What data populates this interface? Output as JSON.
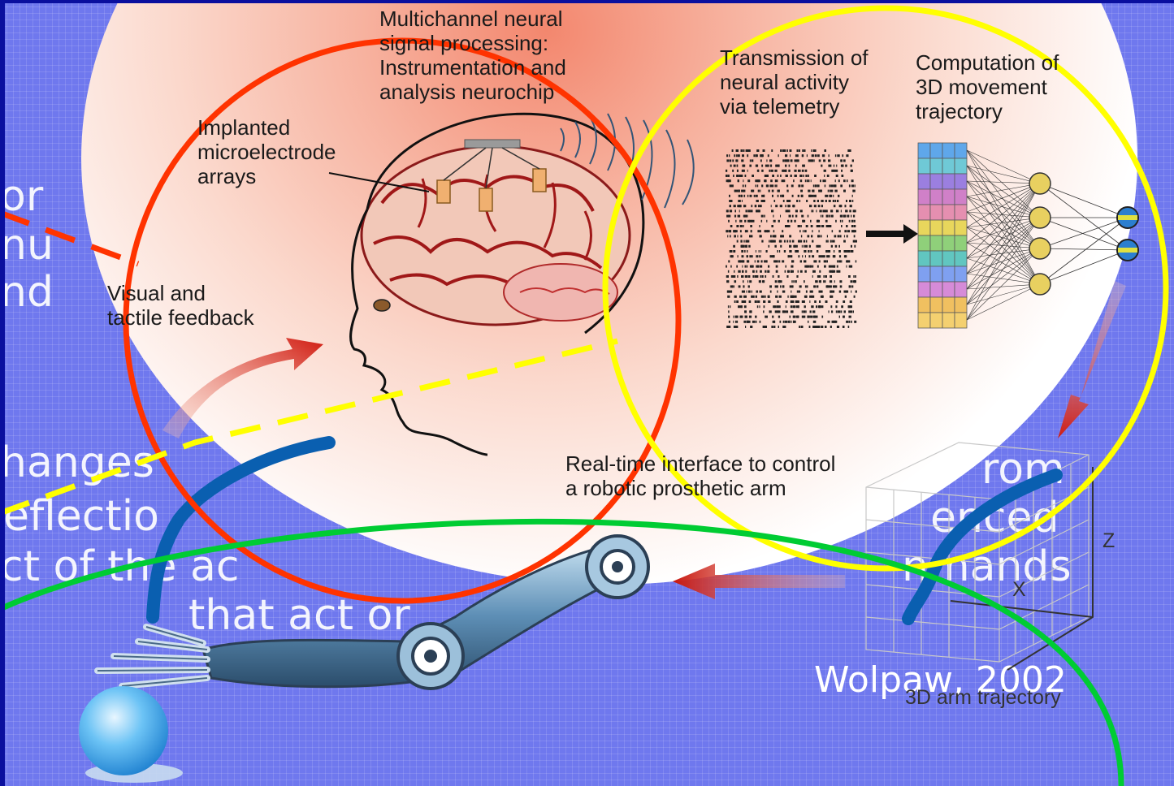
{
  "labels": {
    "multichannel": "Multichannel neural\nsignal processing:\nInstrumentation and\nanalysis neurochip",
    "implanted": "Implanted\nmicroelectrode\narrays",
    "transmission": "Transmission of\nneural activity\nvia telemetry",
    "computation": "Computation of\n3D movement\ntrajectory",
    "visual": "Visual and\ntactile feedback",
    "realtime": "Real-time interface to control\na robotic prosthetic arm",
    "arm_trajectory": "3D arm trajectory",
    "axis_z": "Z",
    "axis_x": "X"
  },
  "background_text": {
    "line_a": "or",
    "line_b": "nu",
    "line_c": "nd",
    "line_d": "hanges",
    "line_e": "eflectio",
    "line_f": "ct of the ac",
    "line_g": "that act or",
    "right_a": "rom",
    "right_b": "enced",
    "right_c": "nmands",
    "credit": "Wolpaw, 2002"
  },
  "colors": {
    "red_circle": "#ff3300",
    "yellow_circle": "#ffff00",
    "green_circle": "#00cc33",
    "background": "#6f78ee",
    "arm_blue": "#0a5fb0"
  },
  "icons": {
    "brain": "brain-icon",
    "robotic_arm": "robotic-arm-icon",
    "neural_network": "neural-network-icon",
    "sphere": "sphere-icon"
  }
}
